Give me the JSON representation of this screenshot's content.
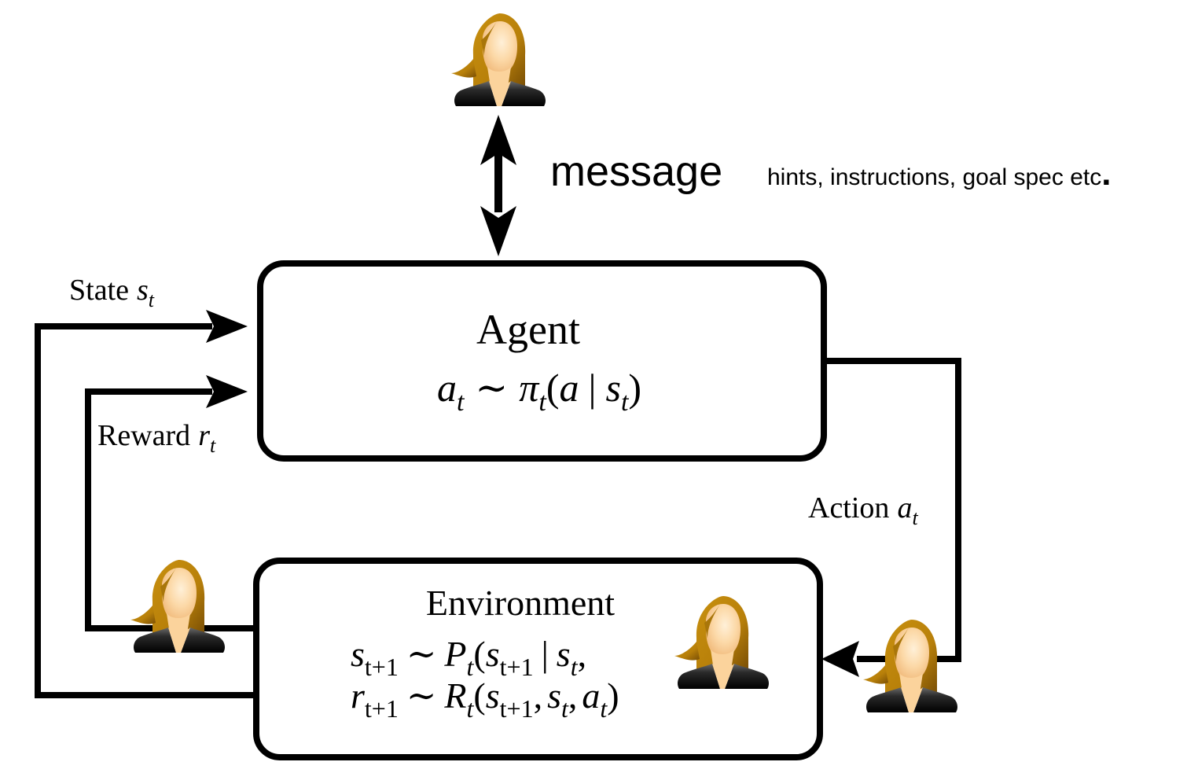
{
  "message": {
    "title": "message",
    "subtitle": "hints, instructions, goal spec etc",
    "period": "."
  },
  "agent": {
    "title": "Agent",
    "formula": {
      "lhs": "a",
      "lhs_sub": "t",
      "tilde": "∼",
      "pi": "π",
      "pi_sub": "t",
      "open": "(",
      "a": "a",
      "bar": "|",
      "s": "s",
      "s_sub": "t",
      "close": ")"
    }
  },
  "environment": {
    "title": "Environment",
    "formula_state": {
      "lhs": "s",
      "lhs_sub": "t+1",
      "tilde": "∼",
      "fn": "P",
      "fn_sub": "t",
      "open": "(",
      "arg1": "s",
      "arg1_sub": "t+1",
      "bar": "|",
      "arg2": "s",
      "arg2_sub": "t",
      "comma": ","
    },
    "formula_reward": {
      "lhs": "r",
      "lhs_sub": "t+1",
      "tilde": "∼",
      "fn": "R",
      "fn_sub": "t",
      "open": "(",
      "arg1": "s",
      "arg1_sub": "t+1",
      "comma1": ",",
      "arg2": "s",
      "arg2_sub": "t",
      "comma2": ",",
      "arg3": "a",
      "arg3_sub": "t",
      "close": ")"
    }
  },
  "edges": {
    "state": {
      "label": "State",
      "var": "s",
      "sub": "t"
    },
    "reward": {
      "label": "Reward",
      "var": "r",
      "sub": "t"
    },
    "action": {
      "label": "Action",
      "var": "a",
      "sub": "t"
    }
  },
  "humans": [
    {
      "name": "human-icon-top",
      "role": "message-sender"
    },
    {
      "name": "human-icon-reward-loop",
      "role": "reward-provider"
    },
    {
      "name": "human-icon-environment",
      "role": "environment-overlay"
    },
    {
      "name": "human-icon-action",
      "role": "action-interceptor"
    }
  ],
  "colors": {
    "stroke": "#000000",
    "hair": "#b8860b",
    "skin": "#fbd7a4",
    "suit": "#111111",
    "background": "#ffffff"
  }
}
